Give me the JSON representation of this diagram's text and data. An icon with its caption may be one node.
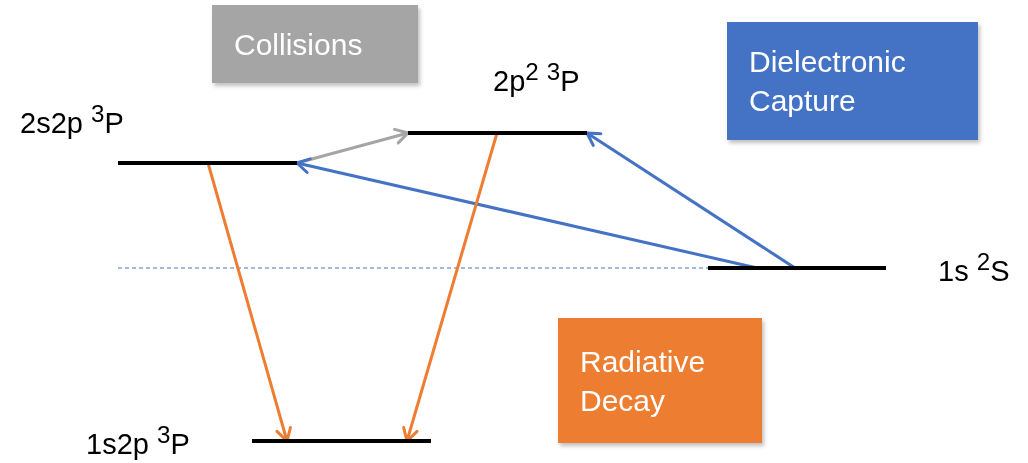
{
  "diagram": {
    "nodes": [
      {
        "text": [
          "2s2p $^{3}$P"
        ]
      },
      {
        "text": [
          "2p$^{2}$ $^{3}$P"
        ]
      },
      {
        "text": [
          "1s $^{2}$S"
        ]
      },
      {
        "text": [
          "1s2p $^{3}$P"
        ]
      }
    ],
    "edges": [
      {
        "from": 0,
        "to": 1,
        "arrow": "to",
        "color": "#a5a5a5"
      },
      {
        "from": 2,
        "to": 1,
        "arrow": "to",
        "color": "#4472c4"
      },
      {
        "from": 2,
        "to": 0,
        "arrow": "to",
        "color": "#4472c4"
      },
      {
        "from": 0,
        "to": 3,
        "arrow": "to",
        "color": "#ed7d31"
      },
      {
        "from": 1,
        "to": 3,
        "arrow": "to",
        "color": "#ed7d31"
      }
    ],
    "legend": [
      {
        "text": "Collisions",
        "color": "#a5a5a5"
      },
      {
        "text": "Dielectronic Capture",
        "color": "#4472c4"
      },
      {
        "text": "Radiative Decay",
        "color": "#ed7d31"
      }
    ]
  }
}
